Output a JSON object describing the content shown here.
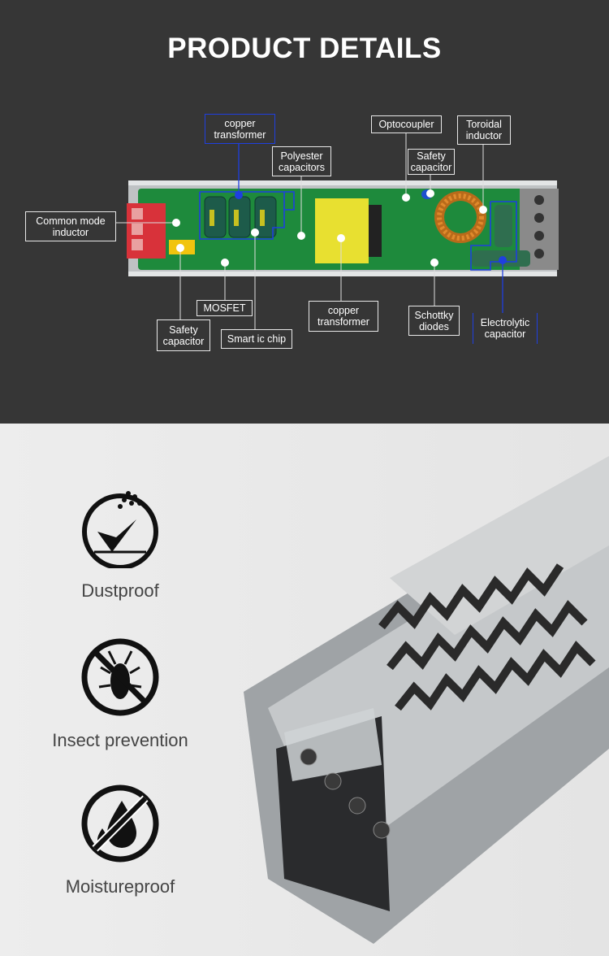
{
  "title": "PRODUCT DETAILS",
  "labels": {
    "copper_transformer_top": "copper transformer",
    "polyester_capacitors": "Polyester capacitors",
    "optocoupler": "Optocoupler",
    "toroidal_inductor": "Toroidal inductor",
    "safety_capacitor_top": "Safety capacitor",
    "common_mode_inductor": "Common mode inductor",
    "mosfet": "MOSFET",
    "safety_capacitor_bottom": "Safety capacitor",
    "smart_ic_chip": "Smart ic chip",
    "copper_transformer_bottom": "copper transformer",
    "schottky_diodes": "Schottky diodes",
    "electrolytic_capacitor": "Electrolytic capacitor"
  },
  "features": [
    {
      "label": "Dustproof",
      "icon": "dustproof-icon"
    },
    {
      "label": "Insect prevention",
      "icon": "no-insect-icon"
    },
    {
      "label": "Moistureproof",
      "icon": "no-water-icon"
    }
  ],
  "colors": {
    "accent_blue": "#1f3fe0",
    "pcb_green": "#1e8a3c",
    "dark_bg": "#363636"
  }
}
